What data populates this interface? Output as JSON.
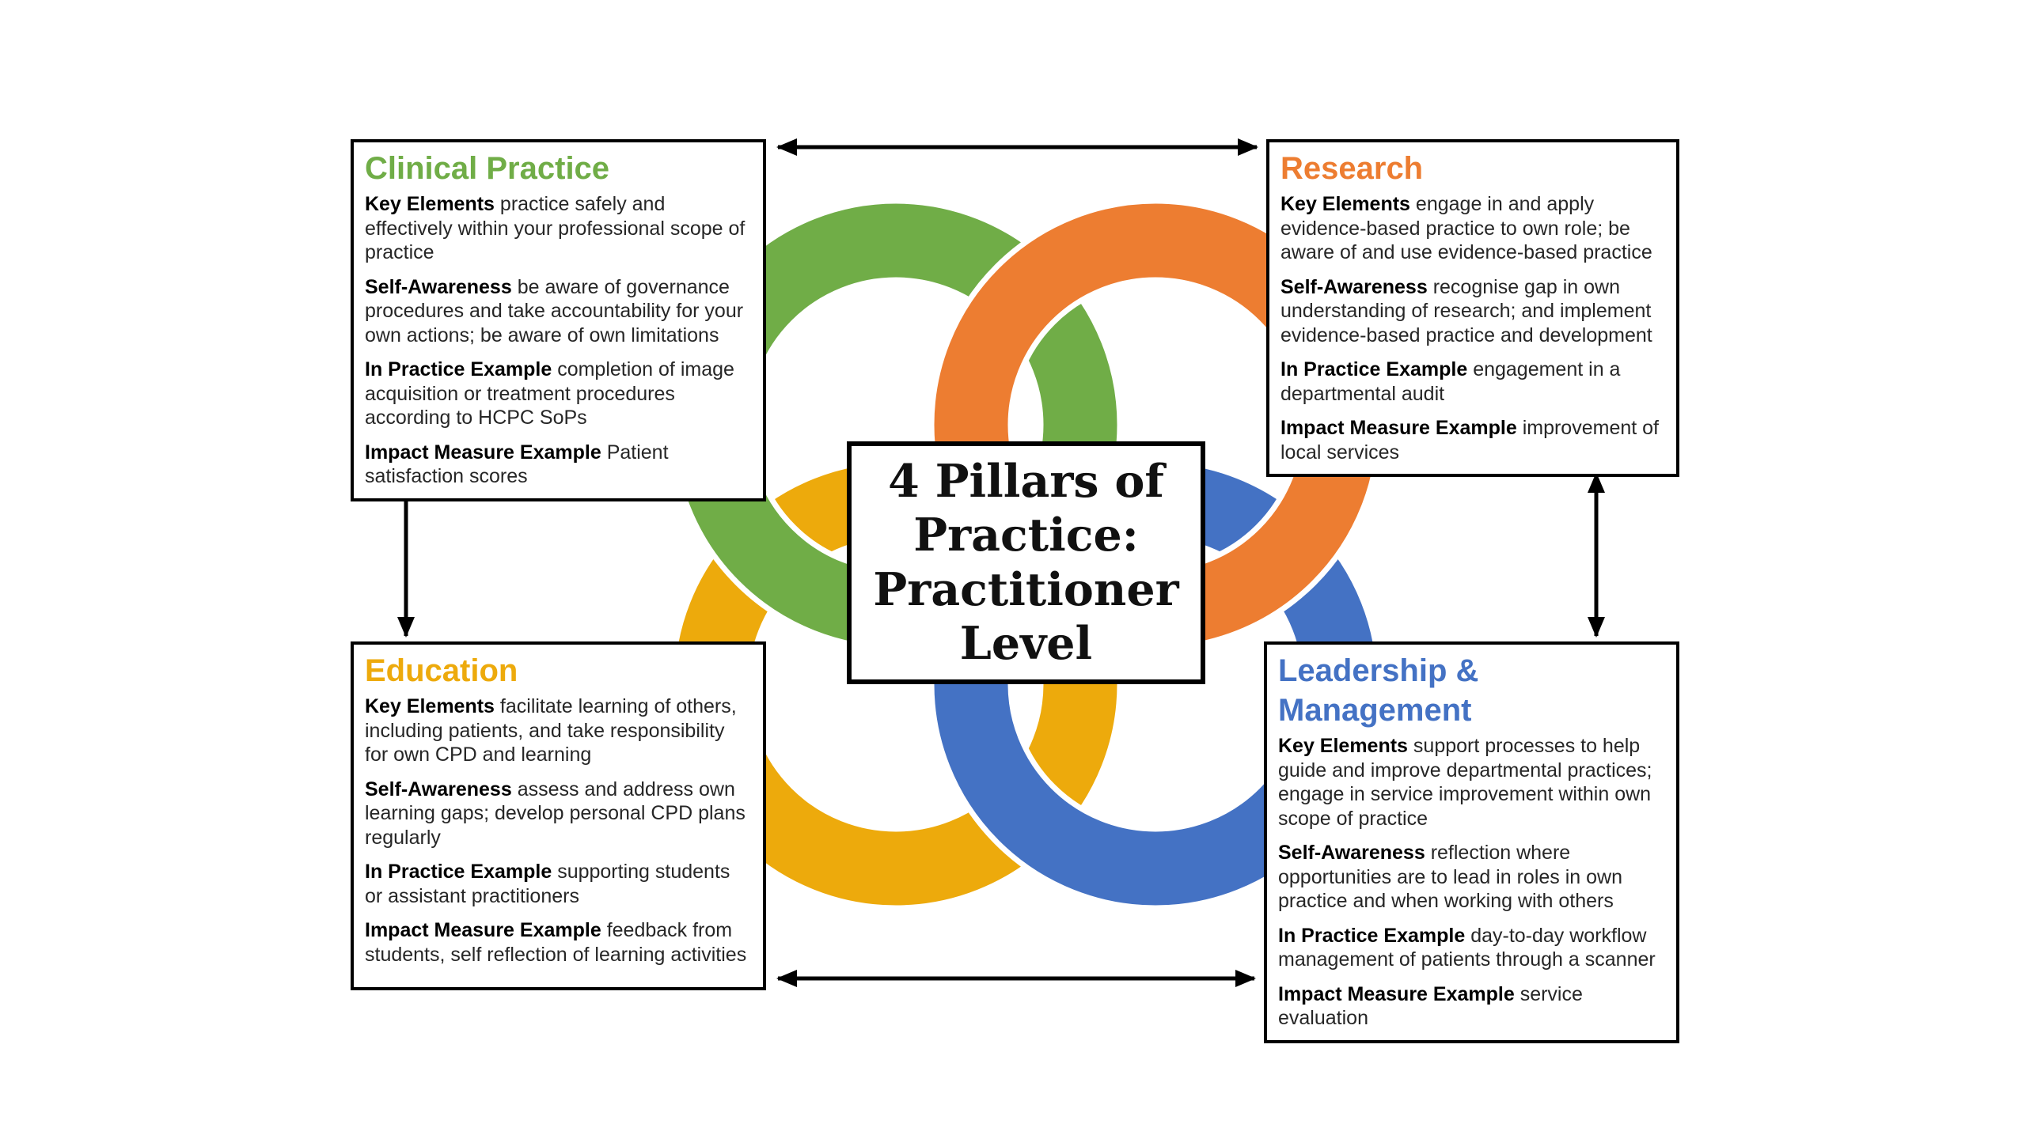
{
  "diagram": {
    "title": "4 Pillars of Practice: Practitioner Level",
    "title_lines": [
      "4 Pillars of",
      "Practice:",
      "Practitioner",
      "Level"
    ]
  },
  "palette": {
    "green": "#70AD47",
    "orange": "#ED7D31",
    "gold": "#EDAA0C",
    "blue": "#4472C4",
    "arrow": "#000000",
    "border": "#000000",
    "background": "#FFFFFF"
  },
  "pillars": {
    "clinical_practice": {
      "heading": "Clinical Practice",
      "color": "#70AD47",
      "sections": [
        {
          "label": "Key Elements",
          "text": "practice safely and effectively within your professional scope of practice"
        },
        {
          "label": "Self-Awareness",
          "text": "be aware of governance procedures and take accountability for your own actions; be aware of own limitations"
        },
        {
          "label": "In Practice Example",
          "text": "completion of image acquisition or treatment procedures according to HCPC SoPs"
        },
        {
          "label": "Impact Measure Example",
          "text": "Patient satisfaction scores"
        }
      ]
    },
    "research": {
      "heading": "Research",
      "color": "#ED7D31",
      "sections": [
        {
          "label": "Key Elements",
          "text": "engage in and apply evidence-based practice to own role; be aware of and use evidence-based practice"
        },
        {
          "label": "Self-Awareness",
          "text": "recognise gap in own understanding of research; and implement evidence-based practice and development"
        },
        {
          "label": "In Practice Example",
          "text": "engagement in a departmental audit"
        },
        {
          "label": "Impact Measure Example",
          "text": "improvement of local services"
        }
      ]
    },
    "education": {
      "heading": "Education",
      "color": "#EDAA0C",
      "sections": [
        {
          "label": "Key Elements",
          "text": "facilitate learning of others, including patients, and take responsibility for own CPD and learning"
        },
        {
          "label": "Self-Awareness",
          "text": "assess and address own learning gaps; develop personal CPD plans regularly"
        },
        {
          "label": "In Practice Example",
          "text": "supporting students or assistant practitioners"
        },
        {
          "label": "Impact Measure Example",
          "text": "feedback from students, self reflection of learning activities"
        }
      ]
    },
    "leadership_management": {
      "heading": "Leadership & Management",
      "color": "#4472C4",
      "sections": [
        {
          "label": "Key Elements",
          "text": "support processes to help guide and improve departmental practices; engage in service improvement within own scope of practice"
        },
        {
          "label": "Self-Awareness",
          "text": "reflection where opportunities are to lead in roles in own practice and when working with others"
        },
        {
          "label": "In Practice Example",
          "text": "day-to-day workflow management of patients through a scanner"
        },
        {
          "label": "Impact Measure Example",
          "text": "service evaluation"
        }
      ]
    }
  }
}
